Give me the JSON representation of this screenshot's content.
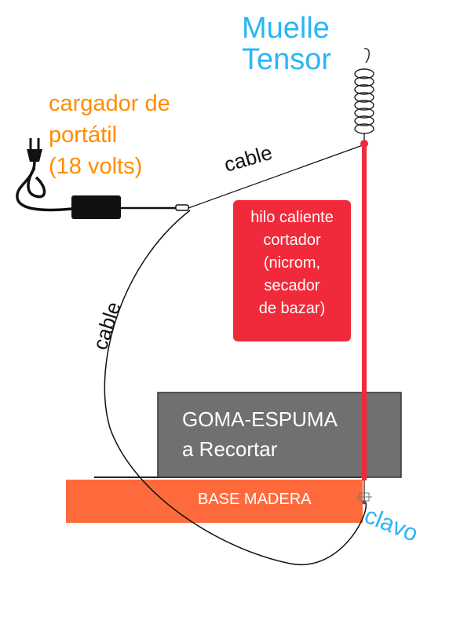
{
  "labels": {
    "spring_line1": "Muelle",
    "spring_line2": "Tensor",
    "charger_line1": "cargador de",
    "charger_line2": "portátil",
    "charger_line3": "(18 volts)",
    "cable_top": "cable",
    "cable_left": "cable",
    "wire_line1": "hilo caliente",
    "wire_line2": "cortador",
    "wire_line3": "(nicrom,",
    "wire_line4": "secador",
    "wire_line5": "de bazar)",
    "foam_line1": "GOMA-ESPUMA",
    "foam_line2": "a Recortar",
    "base": "BASE MADERA",
    "nail": "clavo"
  },
  "colors": {
    "spring_label": "#29b6f6",
    "charger_label": "#ff8c00",
    "hot_wire": "#f02a3a",
    "foam": "#707070",
    "wood_base": "#ff6a3d",
    "cable": "#111111"
  }
}
